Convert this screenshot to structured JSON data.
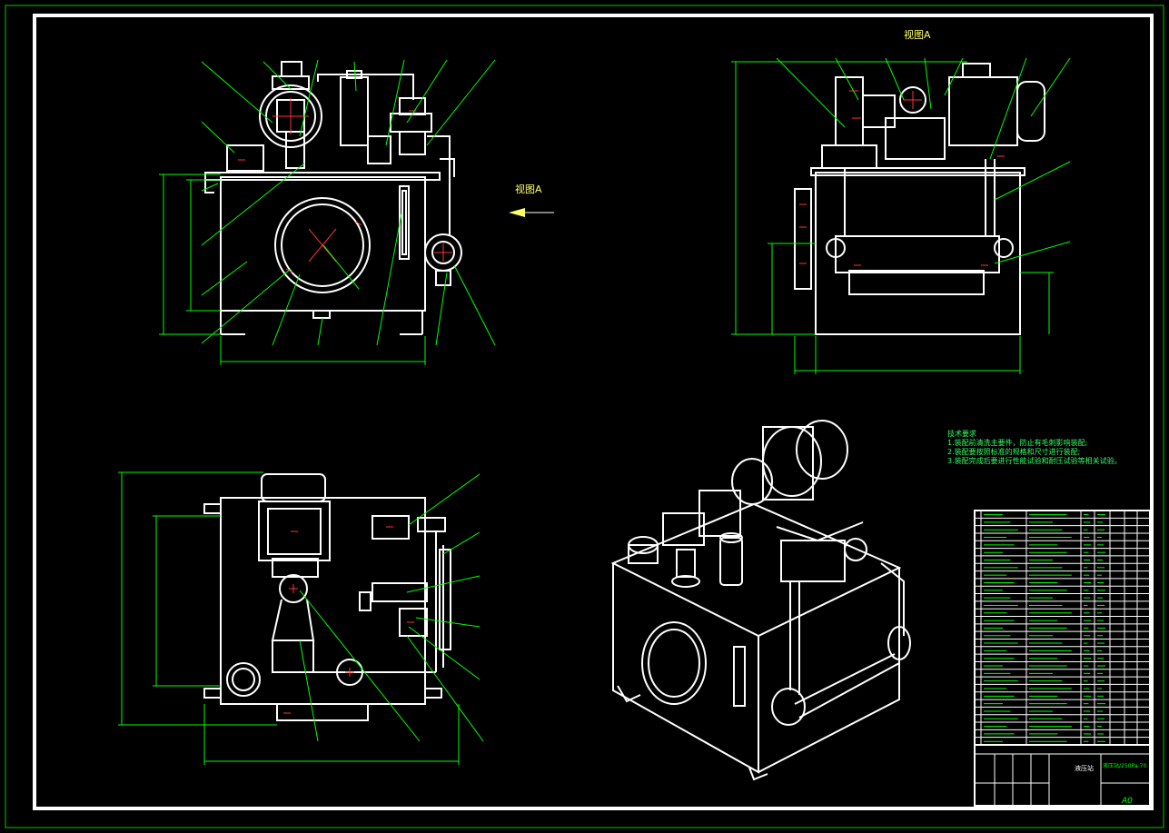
{
  "view_label_top": "视图A",
  "view_label_arrow": "视图A",
  "tech_requirements": {
    "title": "技术要求",
    "lines": [
      "1.装配前清洗主要件，防止有毛刺影响装配;",
      "2.装配要按照标准的规格和尺寸进行装配;",
      "3.装配完成后要进行性能试验和耐压试验等相关试验。"
    ]
  },
  "title_block": {
    "drawing_name": "液压站",
    "drawing_code": "液压站/250Pa-70",
    "sheet_size": "A0"
  },
  "colors": {
    "frame": "#ffffff",
    "linework": "#ffffff",
    "dimension": "#00ff00",
    "center_marks": "#ff3333",
    "label_yellow": "#ffff66",
    "background": "#000000"
  }
}
